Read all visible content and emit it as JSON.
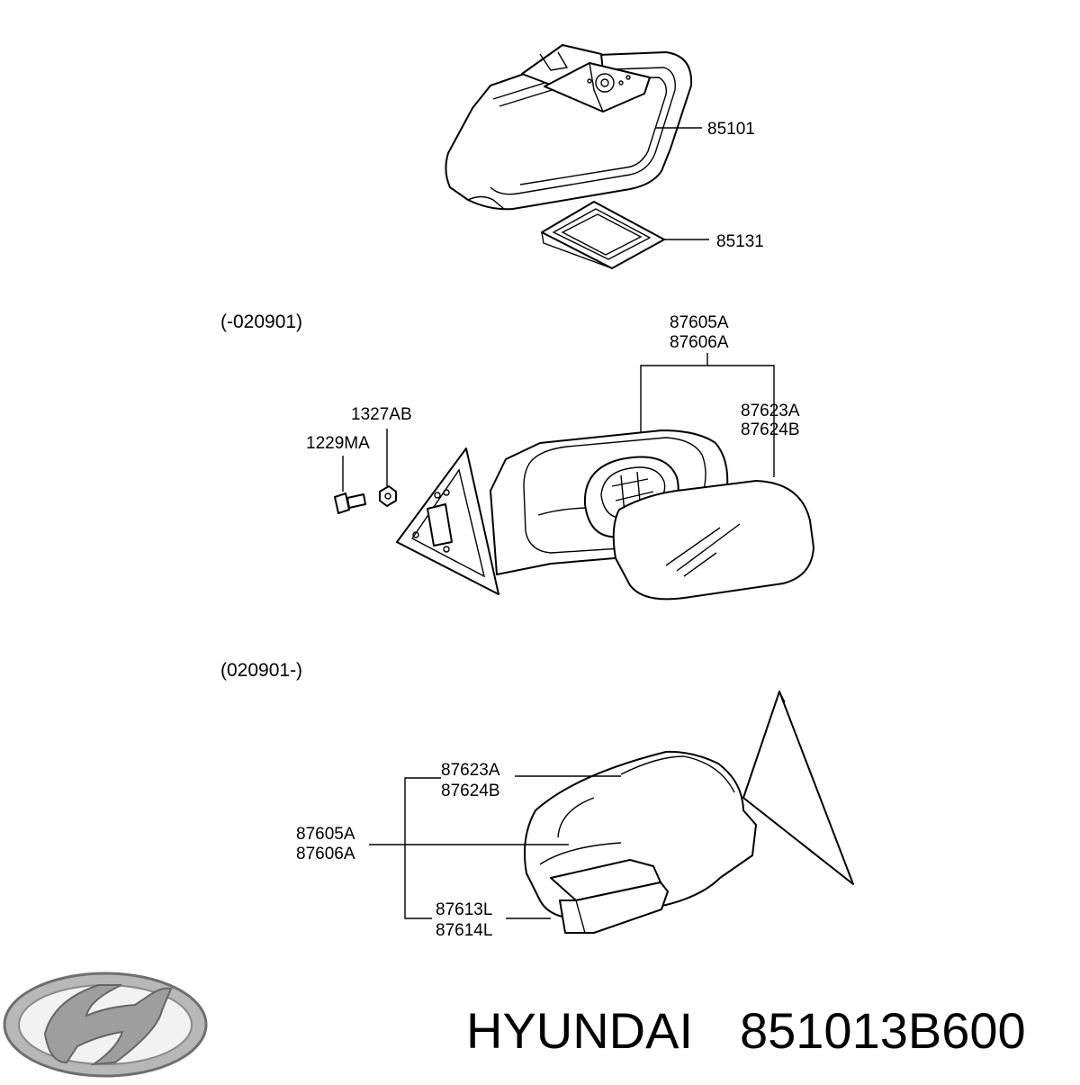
{
  "diagram": {
    "top_assembly": {
      "labels": [
        "85101",
        "85131"
      ]
    },
    "middle_assembly": {
      "period": "(-020901)",
      "labels": [
        "87605A",
        "87606A",
        "87623A",
        "87624B",
        "1327AB",
        "1229MA"
      ]
    },
    "bottom_assembly": {
      "period": "(020901-)",
      "labels": [
        "87623A",
        "87624B",
        "87605A",
        "87606A",
        "87613L",
        "87614L"
      ]
    }
  },
  "footer": {
    "brand": "HYUNDAI",
    "part_number": "851013B600",
    "logo_icon": "hyundai-logo-icon"
  }
}
